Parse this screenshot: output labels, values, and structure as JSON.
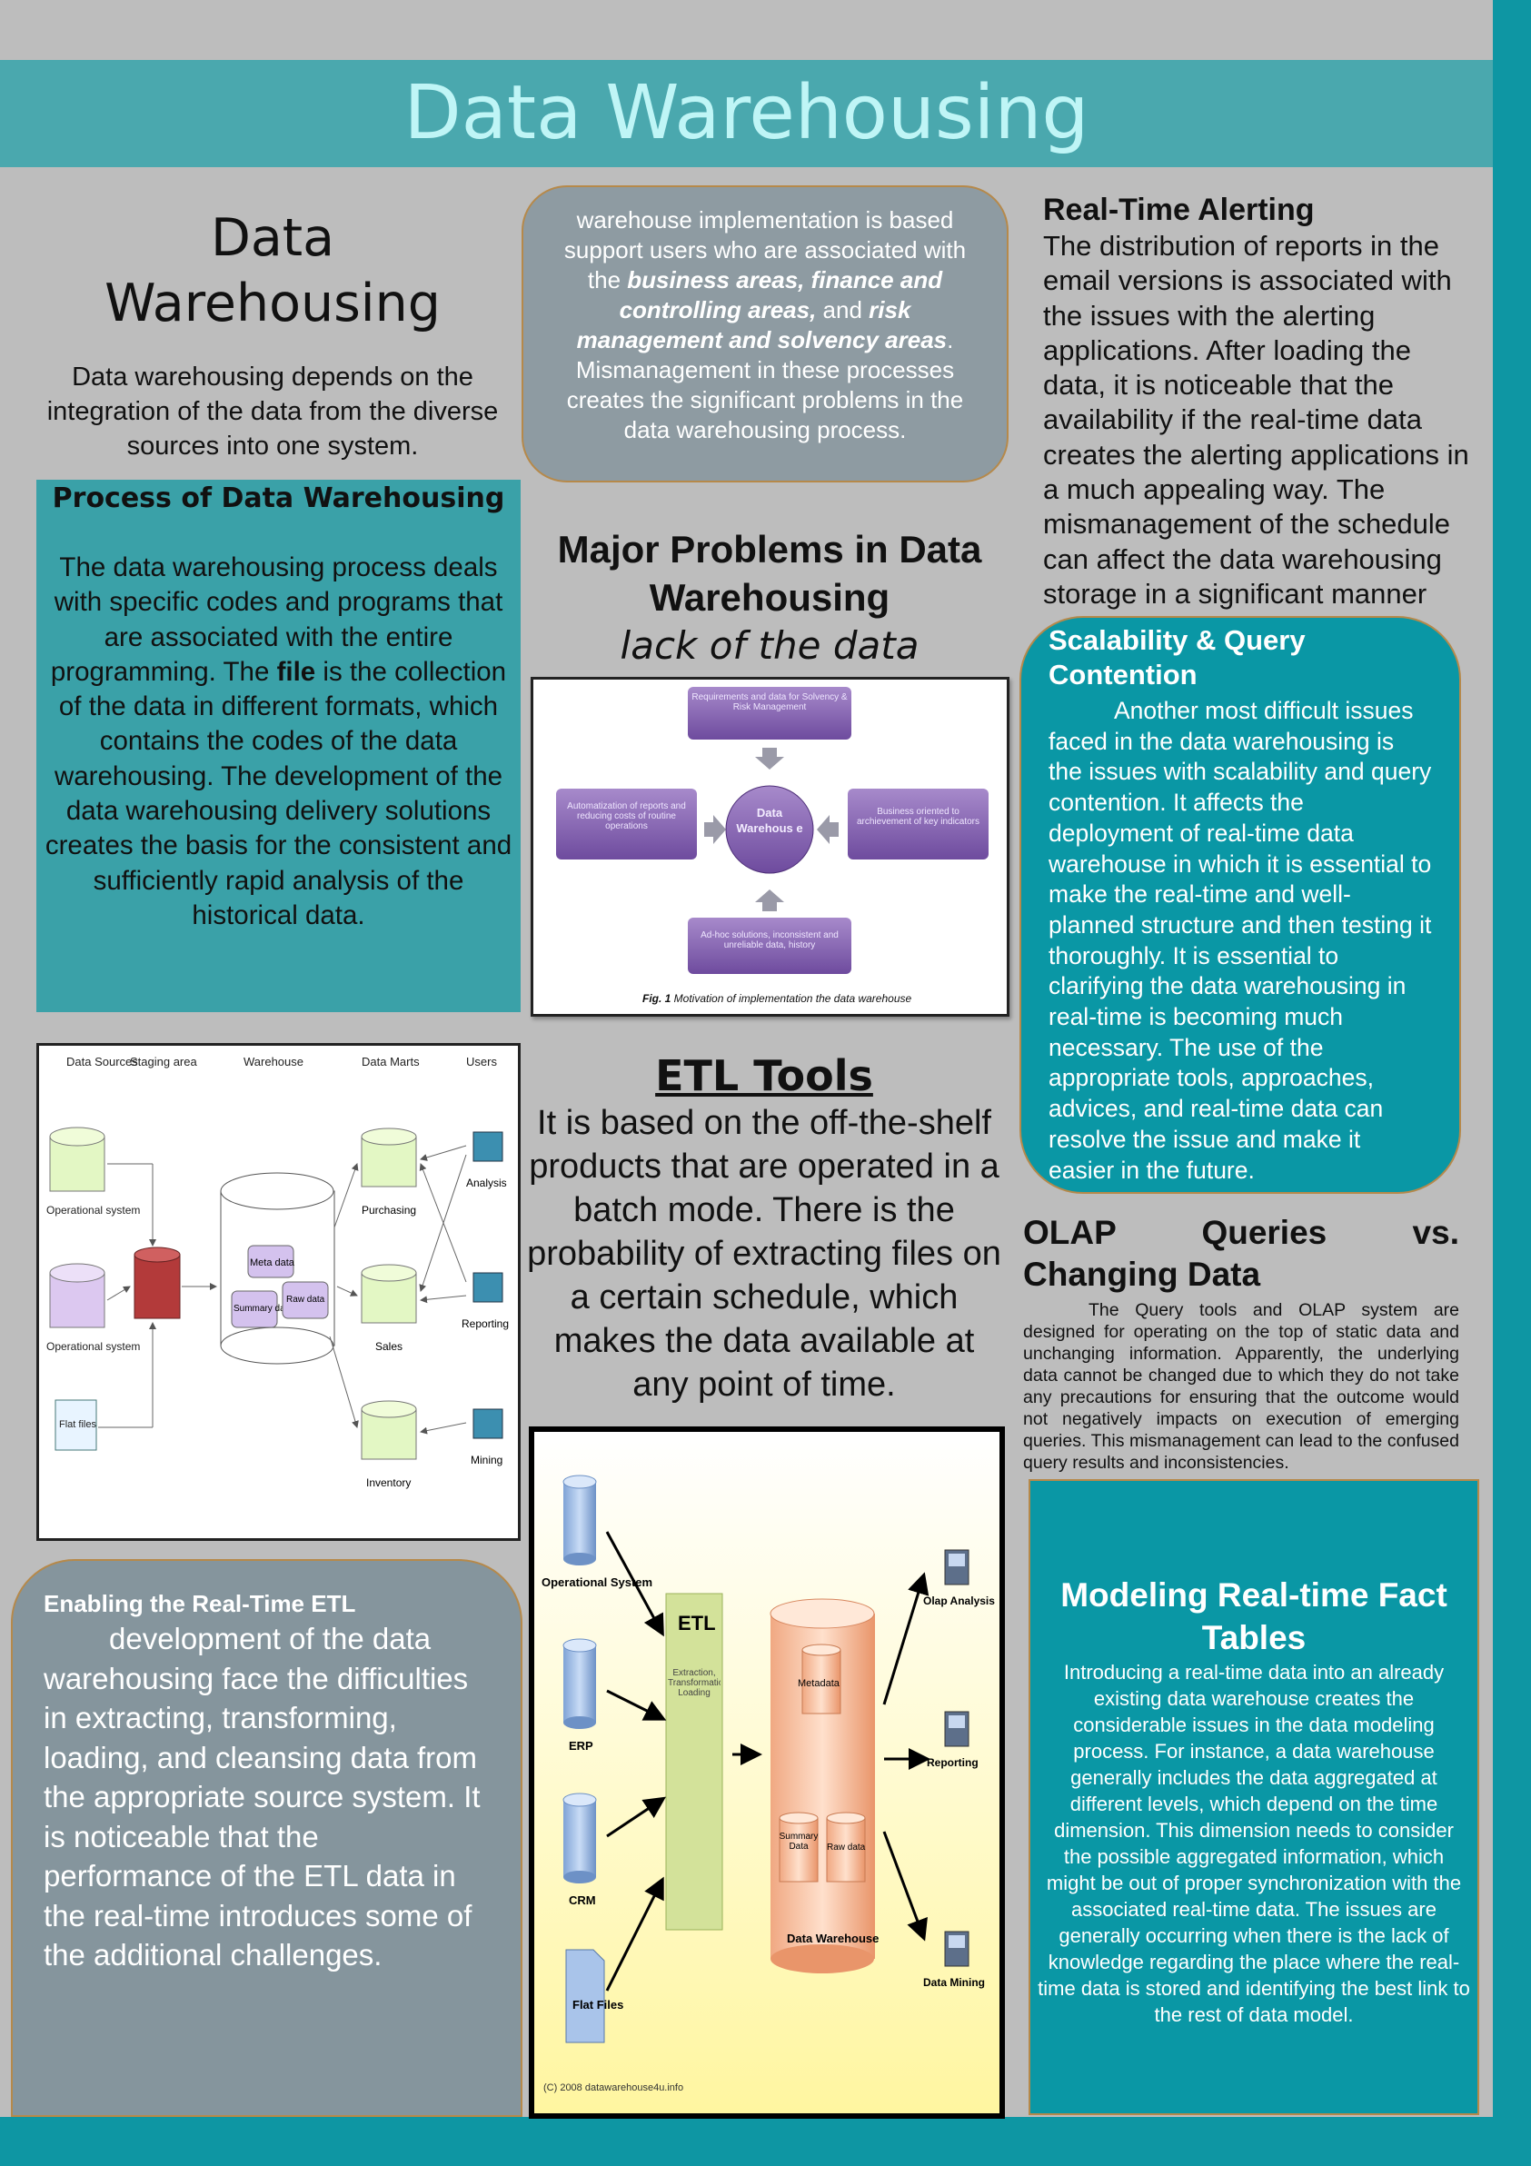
{
  "banner": {
    "title": "Data Warehousing"
  },
  "left_column": {
    "title": "Data Warehousing",
    "intro": "Data warehousing depends on the integration of the data from the diverse sources into one system.",
    "process": {
      "heading": "Process of Data Warehousing",
      "body_before": "The data warehousing process deals with specific codes and programs that are associated with the entire programming. The ",
      "body_bold": "file",
      "body_after": " is the collection of the data in different formats, which contains the codes of the data warehousing. The development of the data warehousing delivery solutions creates the basis for the consistent and sufficiently rapid analysis of the historical data."
    },
    "architecture_figure": {
      "columns": [
        "Data Sources",
        "Staging area",
        "Warehouse",
        "Data Marts",
        "Users"
      ],
      "sources": [
        "Operational system",
        "Operational system",
        "Flat files"
      ],
      "warehouse_parts": [
        "Meta data",
        "Summary data",
        "Raw data"
      ],
      "marts": [
        "Purchasing",
        "Sales",
        "Inventory"
      ],
      "users": [
        "Analysis",
        "Reporting",
        "Mining"
      ]
    },
    "etl": {
      "heading": "Enabling the Real-Time ETL",
      "body": "development of the data warehousing face the difficulties in extracting, transforming, loading, and cleansing data from the appropriate source system. It is noticeable that the performance of the ETL data in the real-time introduces some of the additional challenges."
    }
  },
  "middle_column": {
    "callout": {
      "p1": "warehouse implementation is based support users who are associated with the ",
      "b1": "business areas, finance and controlling areas,",
      "p2": " and ",
      "b2": "risk management and solvency areas",
      "p3": ". Mismanagement in these processes creates the significant problems in the data warehousing process."
    },
    "major_problems": {
      "title": "Major Problems in Data Warehousing",
      "subtitle": "lack of the data"
    },
    "motivation_figure": {
      "top": "Requirements and data for Solvency & Risk Management",
      "left": "Automatization of reports and reducing costs of routine operations",
      "center": "Data Warehous e",
      "right": "Business oriented to archievement of key indicators",
      "bottom": "Ad-hoc solutions, inconsistent and unreliable data, history",
      "caption_bold": "Fig. 1",
      "caption": " Motivation of implementation the data warehouse"
    },
    "etl_tools": {
      "title": "ETL Tools",
      "body": "It is based on the off-the-shelf products that are operated in a batch mode. There is the probability of extracting files on a certain schedule, which makes the data available at any point of time."
    },
    "etl_figure": {
      "sources": [
        "Operational System",
        "ERP",
        "CRM",
        "Flat Files"
      ],
      "etl_label": "ETL",
      "etl_sub": "Extraction, Transformation, Loading",
      "warehouse": "Data Warehouse",
      "metadata": "Metadata",
      "summary": "Summary Data",
      "raw": "Raw data",
      "outputs": [
        "Olap Analysis",
        "Reporting",
        "Data Mining"
      ],
      "credit": "(C) 2008 datawarehouse4u.info"
    }
  },
  "right_column": {
    "alerting": {
      "heading": "Real-Time Alerting",
      "body": "The distribution of reports in the email versions is associated with the issues with the alerting applications. After loading the data, it is noticeable that the availability if the real-time data creates the alerting applications in a much appealing way. The mismanagement of the schedule can affect the data warehousing storage in a significant manner"
    },
    "scalability": {
      "heading": "Scalability & Query Contention",
      "body": "Another most difficult issues faced in the data warehousing is the issues with scalability and query contention. It affects the deployment of real-time data warehouse in which it is essential to make the real-time and well-planned structure and then testing it thoroughly. It is essential to clarifying the data warehousing in real-time is becoming much necessary. The use of the appropriate tools, approaches, advices, and real-time data can resolve the issue and make it easier in the future."
    },
    "olap": {
      "heading_line1": "OLAP Queries vs.",
      "heading_line2": "Changing Data",
      "body": "The Query tools and OLAP system are designed for operating on the top of static data and unchanging information. Apparently, the underlying data cannot be changed due to which they do not take any precautions for ensuring that the outcome would not negatively impacts on execution of emerging queries. This mismanagement can lead to the confused query results and inconsistencies."
    },
    "modeling": {
      "heading": "Modeling Real-time Fact Tables",
      "body": "Introducing a real-time data into an already existing data warehouse creates the considerable issues in the data modeling process. For instance, a data warehouse generally includes the data aggregated at different levels, which depend on the time dimension. This dimension needs to consider the possible aggregated information, which might be out of proper synchronization with the associated real-time data. The issues are generally occurring when there is the lack of knowledge regarding the place where the real-time data is stored and identifying the best link to the rest of data model."
    }
  },
  "colors": {
    "teal": "#0a97a5",
    "banner": "#4aa8ae",
    "banner_text": "#bff5f6",
    "gray_box": "#8e9ba2",
    "border": "#b6894a",
    "background": "#bdbdbd"
  }
}
